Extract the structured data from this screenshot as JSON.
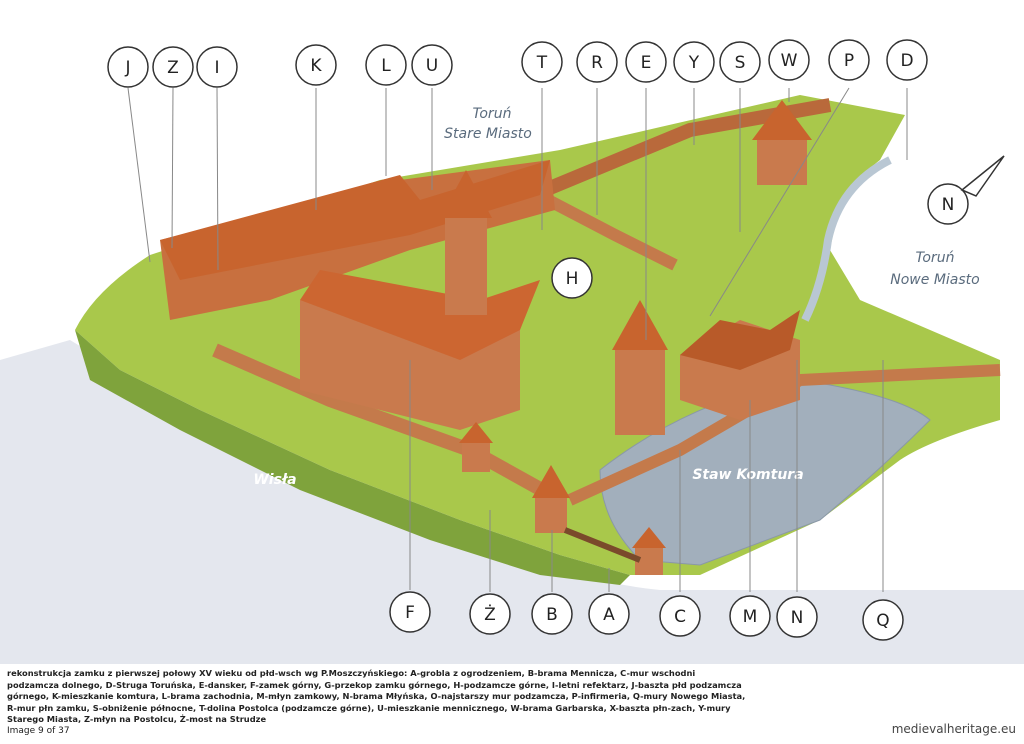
{
  "callouts": {
    "top": [
      "J",
      "Z",
      "I",
      "K",
      "L",
      "U",
      "T",
      "R",
      "E",
      "Y",
      "S",
      "W",
      "P",
      "D"
    ],
    "bottom": [
      "F",
      "Ż",
      "B",
      "A",
      "C",
      "M",
      "N",
      "Q"
    ],
    "mid": "H"
  },
  "compass": {
    "label": "N",
    "icon": "north-arrow-icon"
  },
  "places": {
    "torun_old_line1": "Toruń",
    "torun_old_line2": "Stare Miasto",
    "torun_new_line1": "Toruń",
    "torun_new_line2": "Nowe Miasto",
    "river": "Wisła",
    "pond": "Staw Komtura"
  },
  "caption": "rekonstrukcja zamku z pierwszej połowy XV wieku od płd-wsch wg P.Moszczyńskiego: A-grobla z ogrodzeniem, B-brama Mennicza, C-mur wschodni podzamcza dolnego, D-Struga Toruńska, E-dansker, F-zamek górny, G-przekop zamku górnego, H-podzamcze górne, I-letni refektarz, J-baszta płd podzamcza górnego, K-mieszkanie komtura, L-brama zachodnia, M-młyn zamkowy, N-brama Młyńska, O-najstarszy mur podzamcza, P-infirmeria, Q-mury Nowego Miasta, R-mur płn zamku, S-obniżenie północne, T-dolina Postolca (podzamcze górne), U-mieszkanie mennicznego, W-brama Garbarska, X-baszta płn-zach, Y-mury Starego Miasta, Z-młyn na Postolcu, Ż-most na Strudze",
  "page_counter": "Image 9 of 37",
  "site": "medievalheritage.eu",
  "colors": {
    "roof": "#c8642e",
    "brick": "#c97a4d",
    "grass": "#a8c94a",
    "water": "#a3b0bd",
    "river": "#d9dde6"
  }
}
